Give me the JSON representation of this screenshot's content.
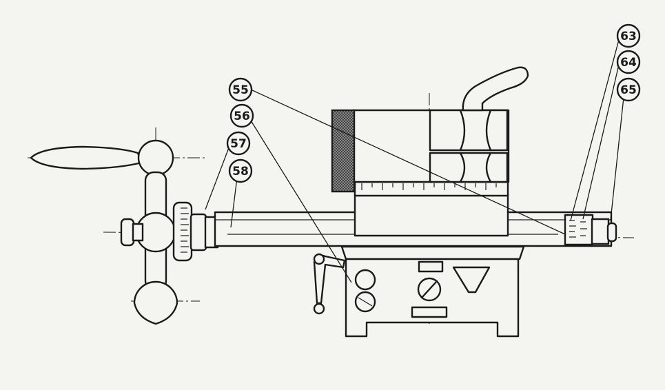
{
  "callouts": [
    {
      "id": "55",
      "label": "55"
    },
    {
      "id": "56",
      "label": "56"
    },
    {
      "id": "57",
      "label": "57"
    },
    {
      "id": "58",
      "label": "58"
    },
    {
      "id": "63",
      "label": "63"
    },
    {
      "id": "64",
      "label": "64"
    },
    {
      "id": "65",
      "label": "65"
    }
  ],
  "colors": {
    "ink": "#1a1a1a",
    "paper": "#f4f4f1",
    "knurl": "#777777"
  }
}
